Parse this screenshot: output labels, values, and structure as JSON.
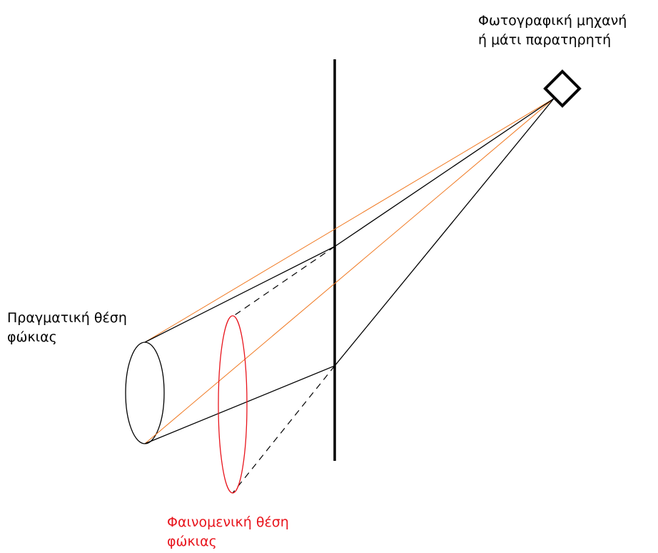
{
  "labels": {
    "camera_line1": "Φωτογραφική μηχανή",
    "camera_line2": "ή μάτι παρατηρητή",
    "real_line1": "Πραγματική θέση",
    "real_line2": "φώκιας",
    "apparent_line1": "Φαινομενική θέση",
    "apparent_line2": "φώκιας"
  },
  "colors": {
    "real_label": "#000000",
    "apparent_label": "#e8141c",
    "apparent_ellipse": "#e8141c",
    "straight_rays": "#f07820",
    "refracted_rays": "#000000",
    "glass_wall": "#000000",
    "camera_marker": "#000000"
  }
}
